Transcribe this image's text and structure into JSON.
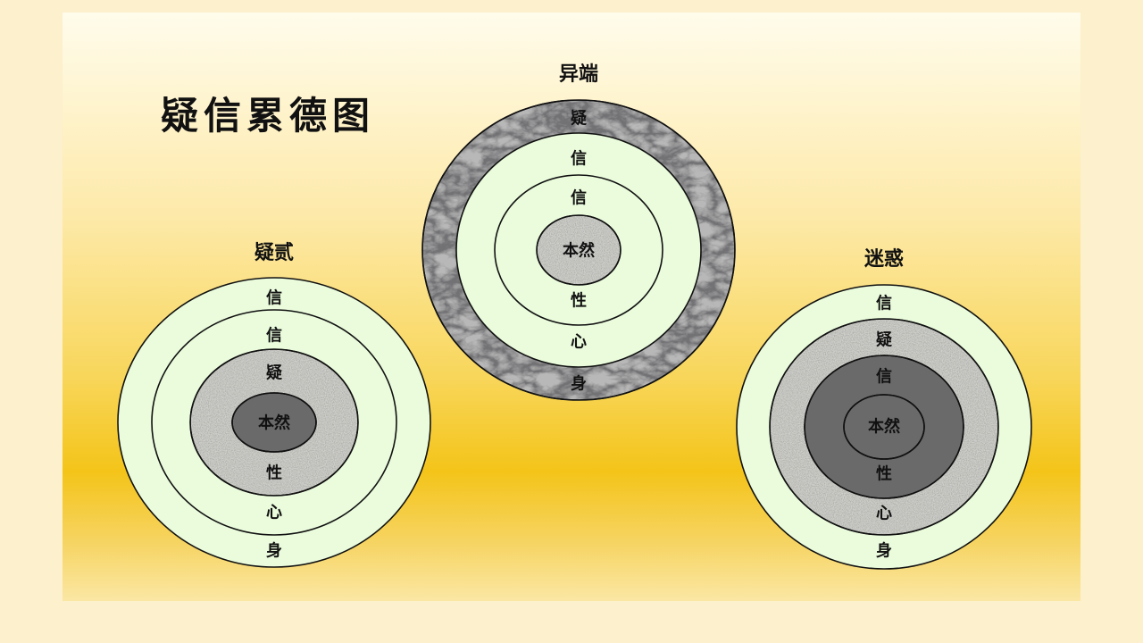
{
  "title": "疑信累德图",
  "colors": {
    "light": "#eafcdc",
    "speckle": "#d0d0cc",
    "marble": "#b8b8b8",
    "dark": "#6a6a6a",
    "stroke": "#111111"
  },
  "diagrams": [
    {
      "name": "疑贰",
      "rings": [
        "light",
        "light",
        "speckle",
        "dark"
      ],
      "labels": [
        "信",
        "信",
        "疑",
        "本然",
        "性",
        "心",
        "身"
      ]
    },
    {
      "name": "异端",
      "rings": [
        "marble",
        "light",
        "light",
        "speckle"
      ],
      "labels": [
        "疑",
        "信",
        "信",
        "本然",
        "性",
        "心",
        "身"
      ]
    },
    {
      "name": "迷惑",
      "rings": [
        "light",
        "speckle",
        "dark",
        "dark"
      ],
      "labels": [
        "信",
        "疑",
        "信",
        "本然",
        "性",
        "心",
        "身"
      ]
    }
  ]
}
